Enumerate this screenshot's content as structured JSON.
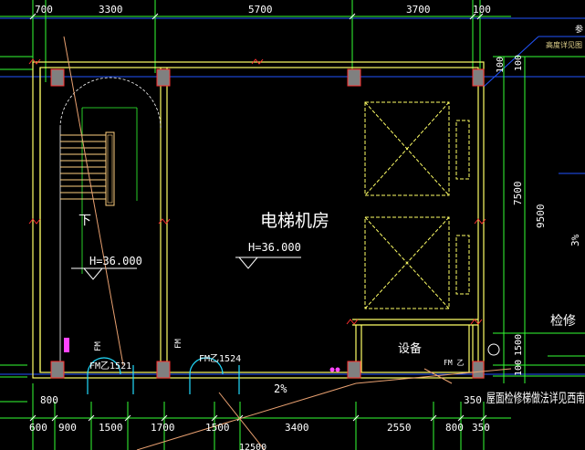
{
  "drawing": {
    "top_dimensions": [
      "700",
      "3300",
      "5700",
      "3700",
      "100"
    ],
    "bottom_dimensions": [
      "600",
      "900",
      "1500",
      "1700",
      "1500",
      "3400",
      "2550",
      "800",
      "350"
    ],
    "bottom_dim_left": "800",
    "bottom_dim_right": "350",
    "right_dimensions": [
      "100",
      "7500",
      "9500",
      "1500",
      "100"
    ],
    "right_label_top": "100",
    "right_misc": "3%",
    "room_label": "电梯机房",
    "stair_down_label": "下",
    "level_left": "H=36.000",
    "level_right": "H=36.000",
    "equipment_label": "设备",
    "fire_door_left": "FM乙1521",
    "fire_door_right": "FM乙1524",
    "door_tag_1": "FM",
    "door_tag_2": "FM",
    "slope": "2%",
    "small_tag_right": "FM 乙",
    "note_right": "检修",
    "bottom_note": "屋面检修梯做法详见西南",
    "bottom_cut": "12500",
    "top_right_note": "参",
    "top_right_note2": "高度详见图"
  },
  "colors": {
    "wall": "#ffff66",
    "wall_inner": "#e8d890",
    "dim": "#33ff33",
    "grid": "#2255ff",
    "text": "#ffffff",
    "column": "#808080",
    "red": "#ff3030",
    "cyan": "#22ddff",
    "magenta": "#ff44ff",
    "leader": "#e8a070"
  }
}
